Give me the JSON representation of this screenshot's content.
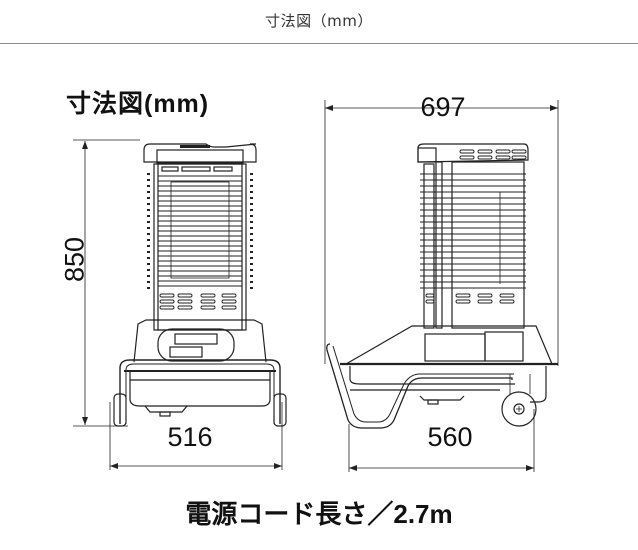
{
  "header": {
    "title": "寸法図（mm）"
  },
  "diagram": {
    "title": "寸法図(mm)",
    "units": "mm",
    "front_view": {
      "height_label": "850",
      "width_label": "516"
    },
    "side_view": {
      "overall_width_label": "697",
      "depth_label": "560"
    },
    "cord_length_label": "電源コード長さ／2.7m",
    "line_color": "#222222",
    "background": "#ffffff"
  }
}
